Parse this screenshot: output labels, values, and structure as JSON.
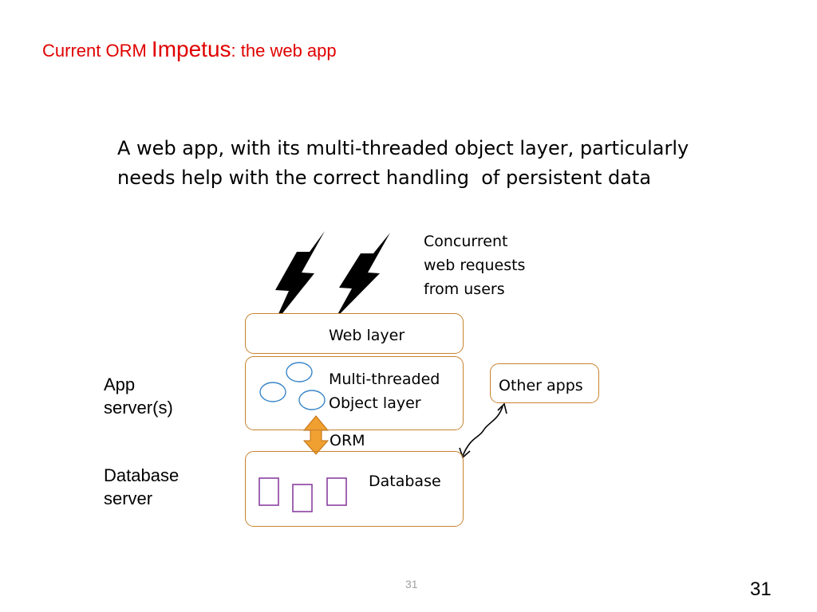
{
  "title": {
    "part1": "Current ORM ",
    "part2": "Impetus",
    "part3": ": the web app"
  },
  "description": {
    "line1": "A web app, with its multi-threaded object layer, particularly",
    "line2": "needs help with the correct handling  of persistent data"
  },
  "diagram": {
    "requests_label": {
      "line1": "Concurrent",
      "line2": "web requests",
      "line3": "from users"
    },
    "web_layer": "Web layer",
    "object_layer": {
      "line1": "Multi-threaded",
      "line2": "Object layer"
    },
    "orm": "ORM",
    "database": "Database",
    "other_apps": "Other apps",
    "app_server": {
      "line1": "App",
      "line2": "server(s)"
    },
    "db_server": {
      "line1": "Database",
      "line2": "server"
    }
  },
  "colors": {
    "title": "#e00000",
    "box_border": "#c8822e",
    "thread_circle": "#3a86c8",
    "orm_arrow": "#f0a030",
    "db_glyph": "#8a40a0"
  },
  "footer": {
    "small_page": "31",
    "page": "31"
  }
}
